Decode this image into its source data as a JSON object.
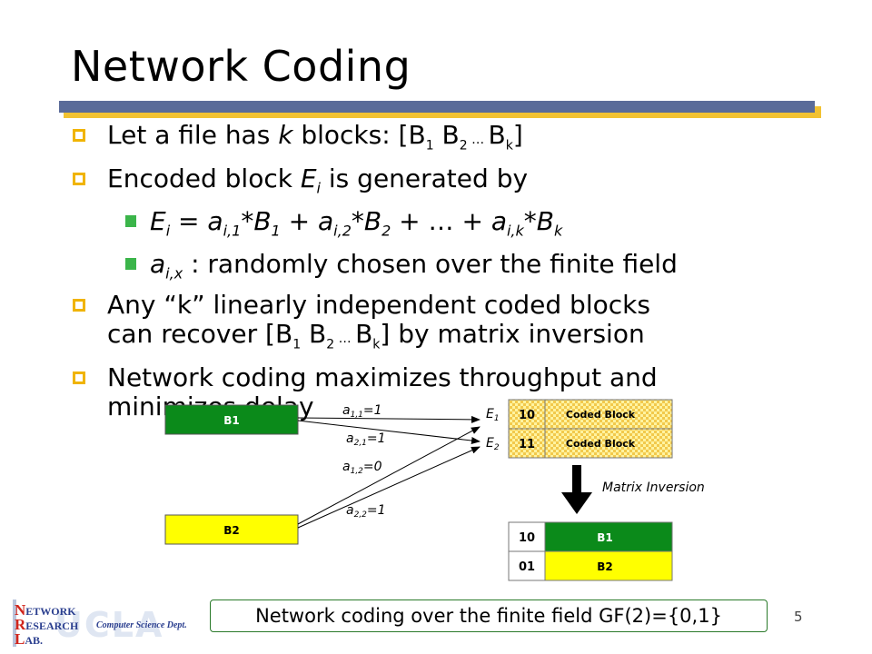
{
  "slide": {
    "title": "Network Coding",
    "page_number": "5",
    "footer_note": "Network coding over the finite field GF(2)={0,1}"
  },
  "bullets": {
    "b1_pre": "Let a file has ",
    "b1_k": "k",
    "b1_mid": " blocks: [B",
    "b1_s1": "1",
    "b1_b2": " B",
    "b1_s2": "2",
    "b1_dots": " … ",
    "b1_bk": "B",
    "b1_sk": "k",
    "b1_end": "]",
    "b2_pre": "Encoded block ",
    "b2_E": "E",
    "b2_Es": "i",
    "b2_post": " is generated by",
    "sub1_E": "E",
    "sub1_Es": "i",
    "sub1_eq": " = ",
    "sub1_a1": "a",
    "sub1_a1s": "i,1",
    "sub1_B1": "*B",
    "sub1_B1s": "1",
    "sub1_plus1": " + ",
    "sub1_a2": "a",
    "sub1_a2s": "i,2",
    "sub1_B2": "*B",
    "sub1_B2s": "2",
    "sub1_mid": " + … + ",
    "sub1_ak": "a",
    "sub1_aks": "i,k",
    "sub1_Bk": "*B",
    "sub1_Bks": "k",
    "sub2_a": "a",
    "sub2_as": "i,x",
    "sub2_text": " : randomly chosen over the finite field",
    "b3_line1": "Any “k” linearly independent coded blocks",
    "b3_l2_pre": "can recover [B",
    "b3_s1": "1",
    "b3_b2": " B",
    "b3_s2": "2",
    "b3_dots": " … ",
    "b3_bk": "B",
    "b3_sk": "k",
    "b3_end": "] by matrix inversion",
    "b4_line1": "Network coding maximizes throughput and",
    "b4_line2": "minimizes delay"
  },
  "diagram": {
    "block_b1": "B1",
    "block_b2": "B2",
    "coef_a11": "a",
    "coef_a11_sub": "1,1",
    "coef_a11_val": "=1",
    "coef_a21": "a",
    "coef_a21_sub": "2,1",
    "coef_a21_val": "=1",
    "coef_a12": "a",
    "coef_a12_sub": "1,2",
    "coef_a12_val": "=0",
    "coef_a22": "a",
    "coef_a22_sub": "2,2",
    "coef_a22_val": "=1",
    "e1": "E",
    "e1_sub": "1",
    "e2": "E",
    "e2_sub": "2",
    "e1_code": "10",
    "e2_code": "11",
    "coded_block_label": "Coded Block",
    "matrix_inversion": "Matrix Inversion",
    "out1_code": "10",
    "out1_block": "B1",
    "out2_code": "01",
    "out2_block": "B2"
  },
  "logo": {
    "ucla": "UCLA",
    "line1_cap": "N",
    "line1": "ETWORK",
    "line2_cap": "R",
    "line2": "ESEARCH",
    "line3_cap": "L",
    "line3": "AB.",
    "dept": "Computer Science Dept."
  },
  "colors": {
    "green_block": "#0b8a1a",
    "yellow_block": "#ffff00",
    "title_rule": "#5a6b99",
    "rule_shadow": "#f2c232",
    "bullet_square": "#f0b400",
    "sub_bullet": "#3bb54a"
  }
}
